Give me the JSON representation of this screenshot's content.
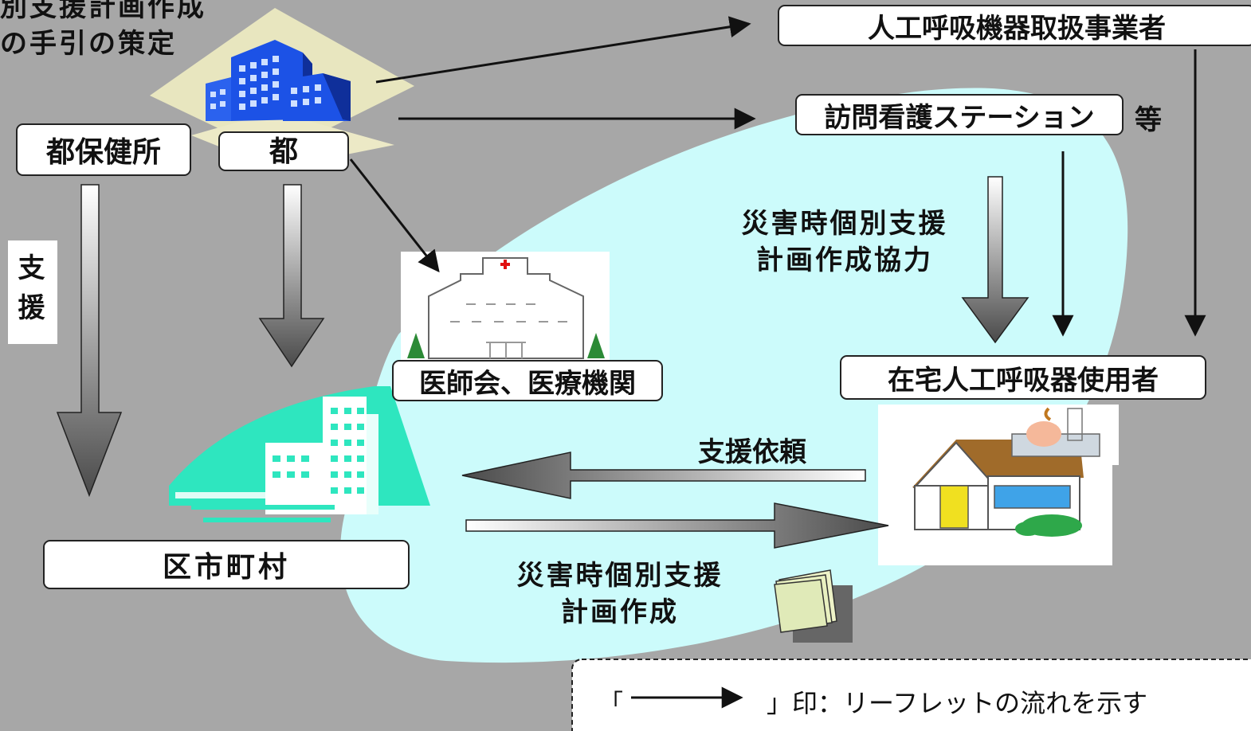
{
  "diagram": {
    "title_fragment": "別支援計画作成\nの手引の策定",
    "nodes": {
      "tokyo_health_center": "都保健所",
      "tokyo": "都",
      "municipalities": "区市町村",
      "ventilator_vendors": "人工呼吸機器取扱事業者",
      "home_nursing_station": "訪問看護ステーション",
      "etc_suffix": "等",
      "medical_association": "医師会、医療機関",
      "home_ventilator_users": "在宅人工呼吸器使用者"
    },
    "labels": {
      "support_vertical": "支\n援",
      "cooperation": "災害時個別支援\n計画作成協力",
      "support_request": "支援依頼",
      "plan_creation": "災害時個別支援\n計画作成"
    },
    "legend": {
      "open_bracket": "「",
      "text": "」印：リーフレットの流れを示す"
    },
    "colors": {
      "background": "#a7a7a7",
      "blob": "#ccfbfb",
      "teal_building": "#2ee6bf",
      "blue_building": "#1c52e6",
      "arrow_dark": "#555555"
    }
  }
}
